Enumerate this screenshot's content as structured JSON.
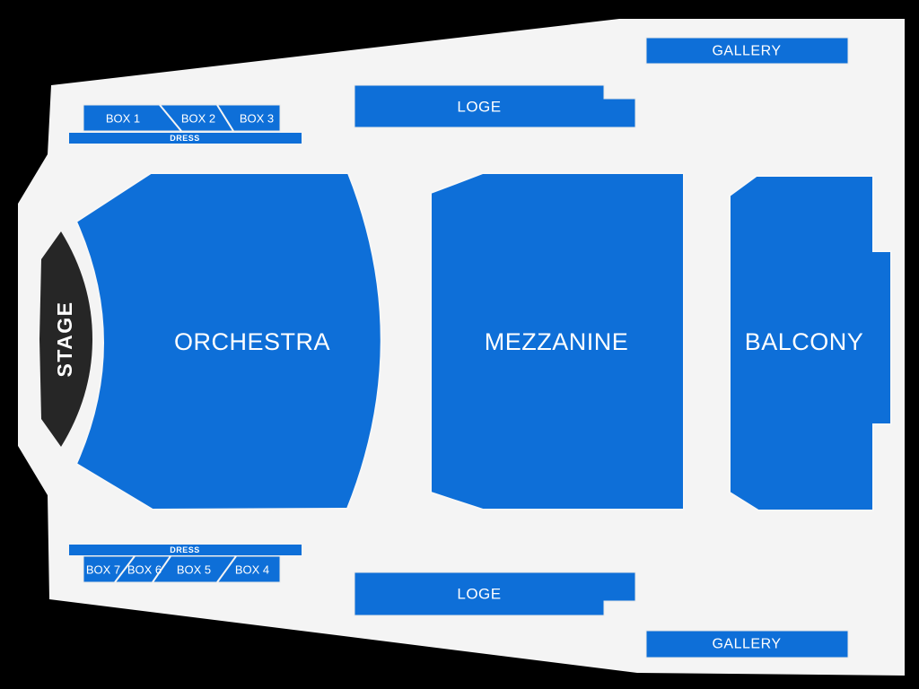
{
  "title": "Theatre seating chart",
  "colors": {
    "page_background": "#000000",
    "venue_floor": "#f4f4f4",
    "section_fill": "#0e6fd8",
    "stage_fill": "#262626",
    "label_text": "#ffffff"
  },
  "stage": {
    "label": "STAGE"
  },
  "sections": {
    "orchestra": {
      "label": "ORCHESTRA"
    },
    "mezzanine": {
      "label": "MEZZANINE"
    },
    "balcony": {
      "label": "BALCONY"
    },
    "loge_top": {
      "label": "LOGE"
    },
    "loge_bottom": {
      "label": "LOGE"
    },
    "gallery_top": {
      "label": "GALLERY"
    },
    "gallery_bottom": {
      "label": "GALLERY"
    },
    "dress_top": {
      "label": "DRESS"
    },
    "dress_bottom": {
      "label": "DRESS"
    },
    "boxes_top": [
      {
        "label": "BOX 1"
      },
      {
        "label": "BOX 2"
      },
      {
        "label": "BOX 3"
      }
    ],
    "boxes_bottom": [
      {
        "label": "BOX 7"
      },
      {
        "label": "BOX 6"
      },
      {
        "label": "BOX 5"
      },
      {
        "label": "BOX 4"
      }
    ]
  }
}
